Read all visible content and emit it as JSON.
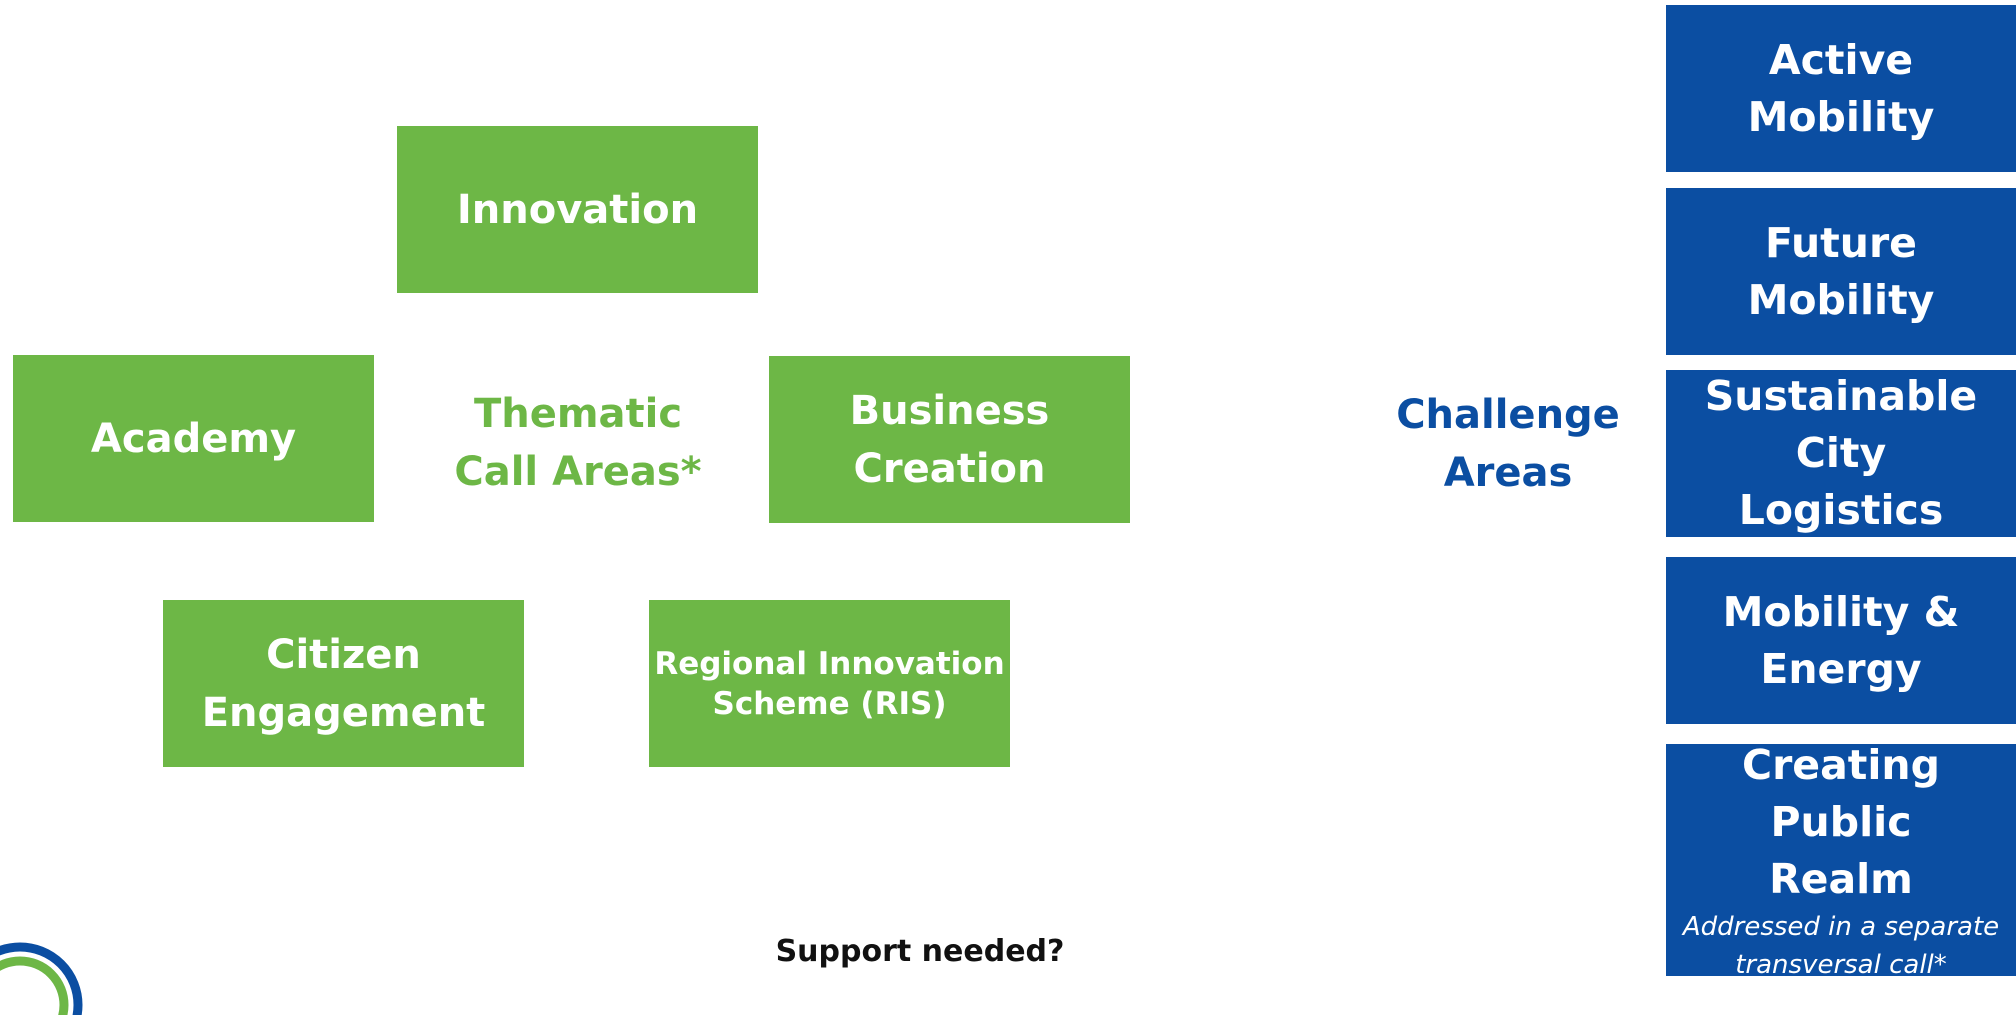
{
  "colors": {
    "green": "#6db746",
    "blue": "#0b4ea2",
    "text": "#111111"
  },
  "thematic": {
    "center_label_line1": "Thematic",
    "center_label_line2": "Call Areas*",
    "boxes": {
      "innovation": "Innovation",
      "academy": "Academy",
      "business_line1": "Business",
      "business_line2": "Creation",
      "citizen_line1": "Citizen",
      "citizen_line2": "Engagement",
      "ris_line1": "Regional Innovation",
      "ris_line2": "Scheme (RIS)"
    }
  },
  "challenge": {
    "label_line1": "Challenge",
    "label_line2": "Areas",
    "items": [
      {
        "line1": "Active Mobility"
      },
      {
        "line1": "Future Mobility"
      },
      {
        "line1": "Sustainable City",
        "line2": "Logistics"
      },
      {
        "line1": "Mobility &",
        "line2": "Energy"
      },
      {
        "line1": "Creating Public",
        "line2": "Realm",
        "note_line1": "Addressed in a separate",
        "note_line2": "transversal call*"
      }
    ]
  },
  "footer": {
    "support": "Support needed?"
  }
}
